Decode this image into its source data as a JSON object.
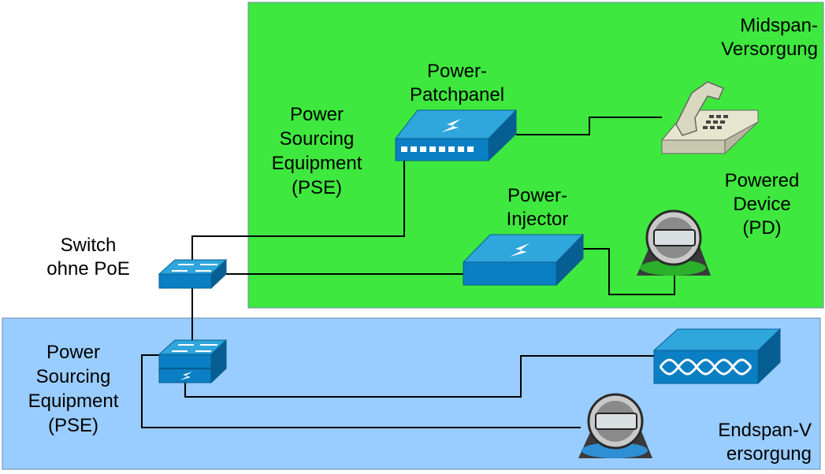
{
  "colors": {
    "midspan_zone": "#3ee83e",
    "endspan_zone": "#99ccff",
    "zone_border": "#6a8aa6",
    "device_top": "#2fa6dc",
    "device_front": "#0b7fc4",
    "device_side": "#075e93",
    "phone_body": "#d8d8c0",
    "camera_dome": "#c9c9c9",
    "wire": "#000000"
  },
  "zones": {
    "midspan": {
      "title_line1": "Midspan-",
      "title_line2": "Versorgung"
    },
    "endspan": {
      "title_line1": "Endspan-V",
      "title_line2": "ersorgung"
    }
  },
  "labels": {
    "pse_mid": [
      "Power",
      "Sourcing",
      "Equipment",
      "(PSE)"
    ],
    "patchpanel": [
      "Power-",
      "Patchpanel"
    ],
    "injector": [
      "Power-",
      "Injector"
    ],
    "pd": [
      "Powered",
      "Device",
      "(PD)"
    ],
    "switch_no_poe": [
      "Switch",
      "ohne PoE"
    ],
    "pse_end": [
      "Power",
      "Sourcing",
      "Equipment",
      "(PSE)"
    ]
  },
  "icons": {
    "patchpanel": "patch-panel-icon",
    "phone": "ip-phone-icon",
    "injector": "poe-injector-icon",
    "camera_mid": "ip-camera-icon",
    "switch_no_poe": "switch-icon",
    "switch_poe": "poe-switch-icon",
    "access_point": "access-point-icon",
    "camera_end": "ip-camera-icon"
  }
}
